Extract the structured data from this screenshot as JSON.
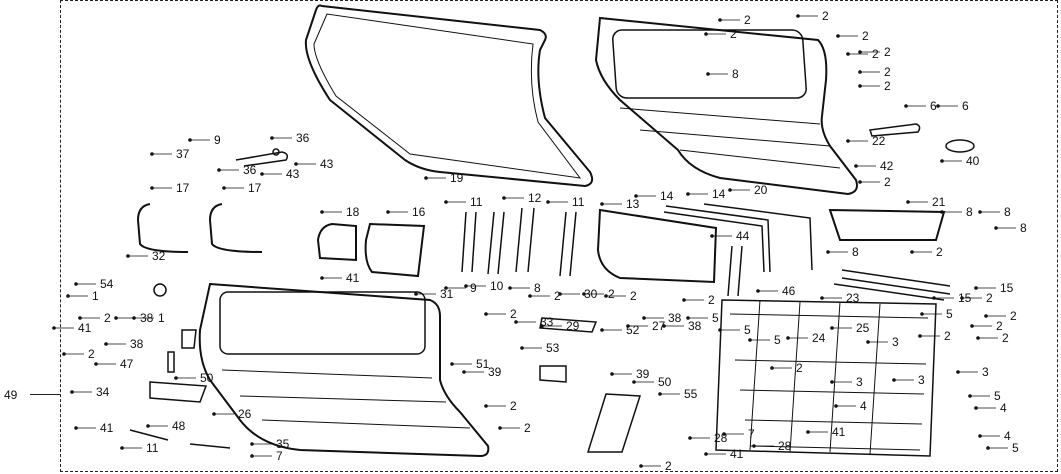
{
  "diagram": {
    "assembly_label": "49",
    "callouts": [
      "2",
      "2",
      "2",
      "2",
      "8",
      "2",
      "2",
      "2",
      "6",
      "6",
      "22",
      "40",
      "42",
      "2",
      "2",
      "19",
      "9",
      "36",
      "37",
      "36",
      "43",
      "43",
      "20",
      "17",
      "17",
      "18",
      "16",
      "11",
      "12",
      "11",
      "14",
      "14",
      "13",
      "44",
      "9",
      "10",
      "8",
      "32",
      "54",
      "1",
      "1",
      "41",
      "31",
      "2",
      "30",
      "2",
      "2",
      "2",
      "38",
      "41",
      "38",
      "33",
      "29",
      "52",
      "27",
      "38",
      "38",
      "2",
      "47",
      "46",
      "23",
      "2",
      "2",
      "5",
      "5",
      "5",
      "24",
      "25",
      "3",
      "2",
      "21",
      "8",
      "8",
      "8",
      "8",
      "15",
      "15",
      "53",
      "51",
      "39",
      "39",
      "50",
      "50",
      "34",
      "55",
      "26",
      "48",
      "41",
      "11",
      "35",
      "7",
      "7",
      "28",
      "28",
      "41",
      "41",
      "4",
      "4",
      "4",
      "2",
      "3",
      "3",
      "3",
      "5",
      "5",
      "5",
      "2",
      "2",
      "2",
      "2",
      "2",
      "2",
      "2",
      "2"
    ]
  }
}
